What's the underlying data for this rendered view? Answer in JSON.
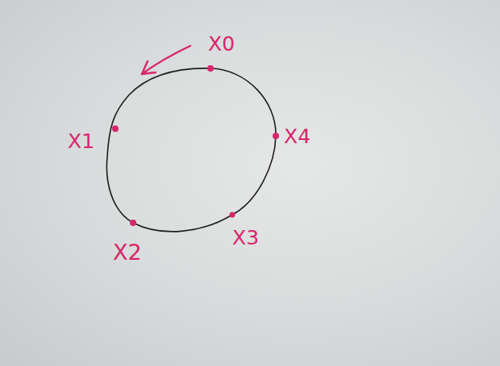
{
  "diagram": {
    "labels": [
      "X0",
      "X1",
      "X2",
      "X3",
      "X4"
    ]
  }
}
